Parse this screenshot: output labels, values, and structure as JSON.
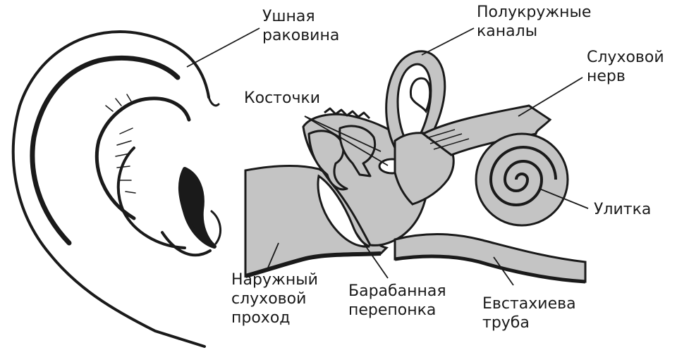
{
  "labels": {
    "auricle": {
      "line1": "Ушная",
      "line2": "раковина"
    },
    "canals": {
      "line1": "Полукружные",
      "line2": "каналы"
    },
    "nerve": {
      "line1": "Слуховой",
      "line2": "нерв"
    },
    "ossicles": {
      "line1": "Косточки"
    },
    "cochlea": {
      "line1": "Улитка"
    },
    "canal": {
      "line1": "Наружный",
      "line2": "слуховой",
      "line3": "проход"
    },
    "eardrum": {
      "line1": "Барабанная",
      "line2": "перепонка"
    },
    "tube": {
      "line1": "Евстахиева",
      "line2": "труба"
    }
  },
  "colors": {
    "ink": "#1a1a1a",
    "fill": "#c4c4c4",
    "paper": "#ffffff"
  }
}
